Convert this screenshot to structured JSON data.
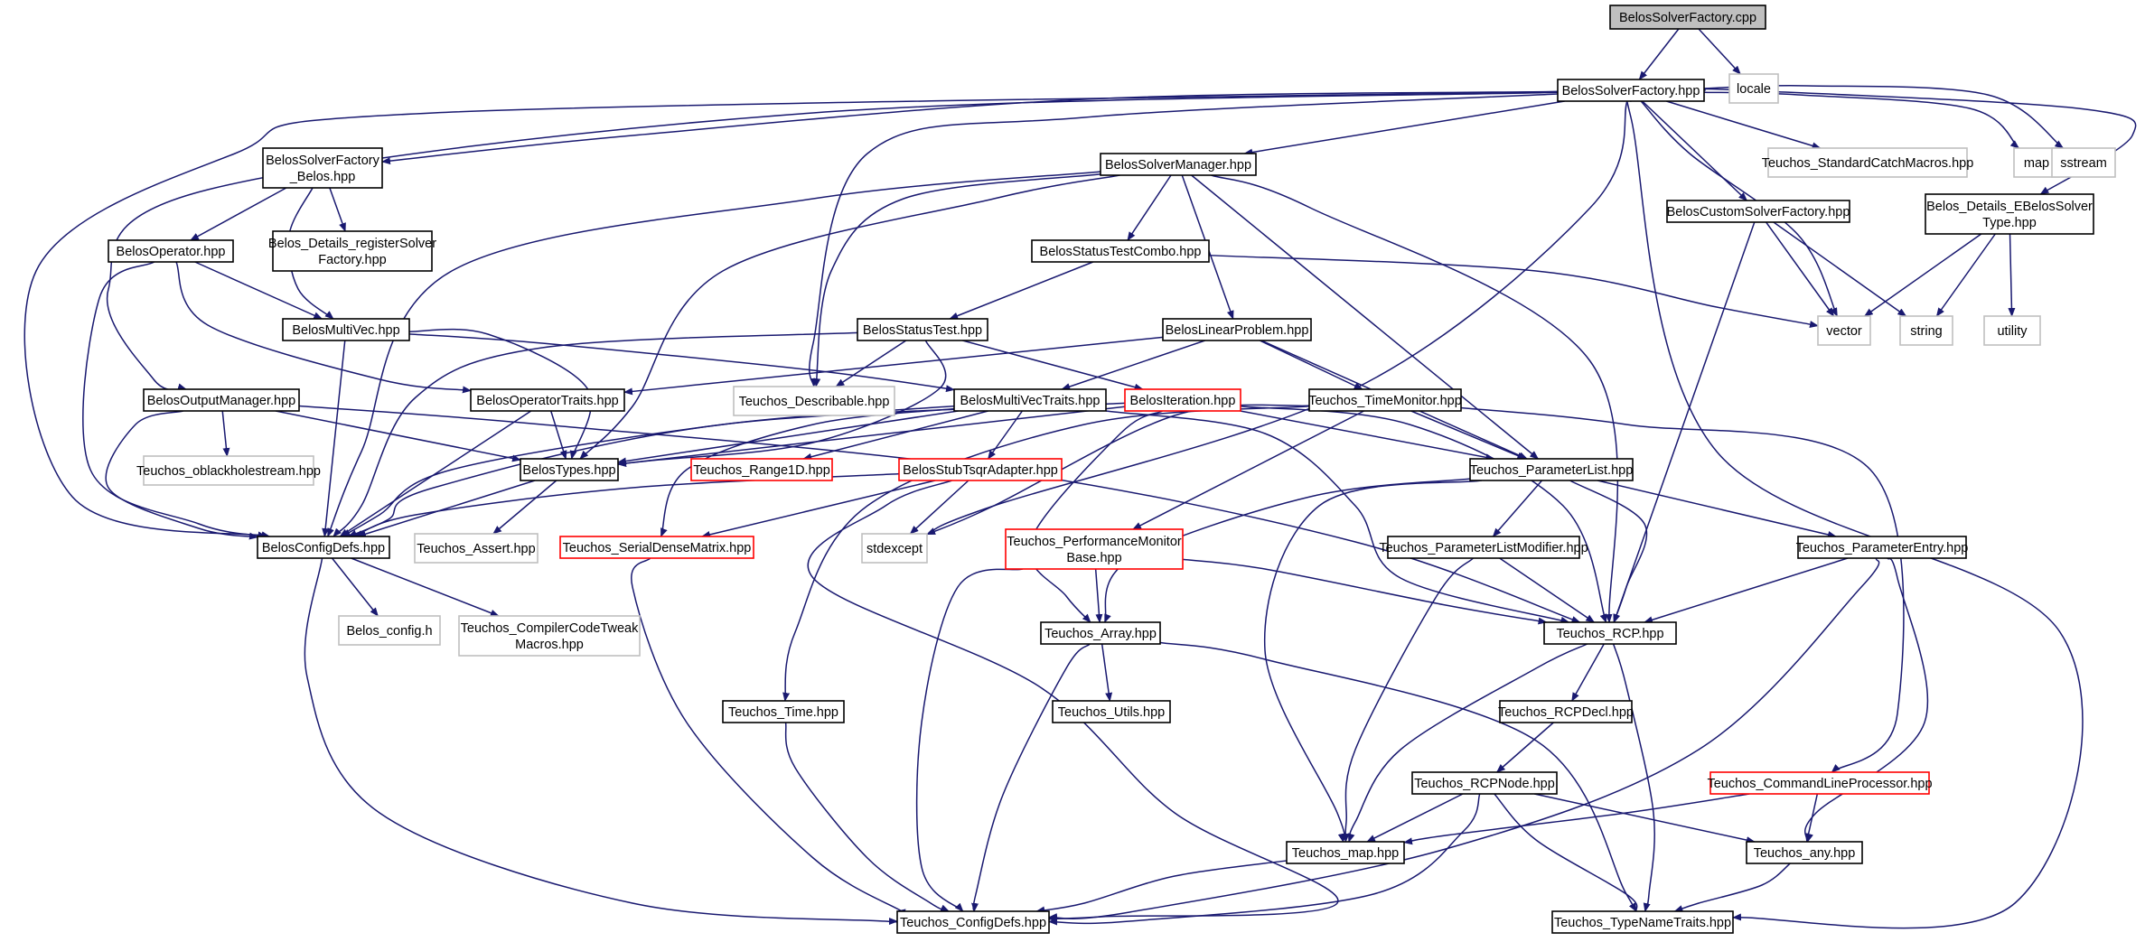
{
  "diagram": {
    "colors": {
      "edge": "#191970",
      "root_fill": "#bfbfbf",
      "normal_border": "#000000",
      "truncated_border": "#ff0000",
      "system_border": "#bfbfbf"
    },
    "nodes": [
      {
        "id": "root",
        "label": [
          "BelosSolverFactory.cpp"
        ],
        "kind": "root"
      },
      {
        "id": "bsf",
        "label": [
          "BelosSolverFactory.hpp"
        ],
        "kind": "normal"
      },
      {
        "id": "locale",
        "label": [
          "locale"
        ],
        "kind": "system"
      },
      {
        "id": "bsfb",
        "label": [
          "BelosSolverFactory",
          "_Belos.hpp"
        ],
        "kind": "normal"
      },
      {
        "id": "bsm",
        "label": [
          "BelosSolverManager.hpp"
        ],
        "kind": "normal"
      },
      {
        "id": "scm",
        "label": [
          "Teuchos_StandardCatchMacros.hpp"
        ],
        "kind": "system"
      },
      {
        "id": "map",
        "label": [
          "map"
        ],
        "kind": "system"
      },
      {
        "id": "sstream",
        "label": [
          "sstream"
        ],
        "kind": "system"
      },
      {
        "id": "bop",
        "label": [
          "BelosOperator.hpp"
        ],
        "kind": "normal"
      },
      {
        "id": "bdrs",
        "label": [
          "Belos_Details_registerSolver",
          "Factory.hpp"
        ],
        "kind": "normal"
      },
      {
        "id": "bstc",
        "label": [
          "BelosStatusTestCombo.hpp"
        ],
        "kind": "normal"
      },
      {
        "id": "bcsf",
        "label": [
          "BelosCustomSolverFactory.hpp"
        ],
        "kind": "normal"
      },
      {
        "id": "bdeb",
        "label": [
          "Belos_Details_EBelosSolver",
          "Type.hpp"
        ],
        "kind": "normal"
      },
      {
        "id": "bmv",
        "label": [
          "BelosMultiVec.hpp"
        ],
        "kind": "normal"
      },
      {
        "id": "bst",
        "label": [
          "BelosStatusTest.hpp"
        ],
        "kind": "normal"
      },
      {
        "id": "blp",
        "label": [
          "BelosLinearProblem.hpp"
        ],
        "kind": "normal"
      },
      {
        "id": "vector",
        "label": [
          "vector"
        ],
        "kind": "system"
      },
      {
        "id": "string",
        "label": [
          "string"
        ],
        "kind": "system"
      },
      {
        "id": "utility",
        "label": [
          "utility"
        ],
        "kind": "system"
      },
      {
        "id": "bom",
        "label": [
          "BelosOutputManager.hpp"
        ],
        "kind": "normal"
      },
      {
        "id": "bopt",
        "label": [
          "BelosOperatorTraits.hpp"
        ],
        "kind": "normal"
      },
      {
        "id": "tdesc",
        "label": [
          "Teuchos_Describable.hpp"
        ],
        "kind": "system"
      },
      {
        "id": "bmvt",
        "label": [
          "BelosMultiVecTraits.hpp"
        ],
        "kind": "normal"
      },
      {
        "id": "bit",
        "label": [
          "BelosIteration.hpp"
        ],
        "kind": "trunc"
      },
      {
        "id": "ttm",
        "label": [
          "Teuchos_TimeMonitor.hpp"
        ],
        "kind": "normal"
      },
      {
        "id": "tobh",
        "label": [
          "Teuchos_oblackholestream.hpp"
        ],
        "kind": "system"
      },
      {
        "id": "btypes",
        "label": [
          "BelosTypes.hpp"
        ],
        "kind": "normal"
      },
      {
        "id": "tr1d",
        "label": [
          "Teuchos_Range1D.hpp"
        ],
        "kind": "trunc"
      },
      {
        "id": "bsta",
        "label": [
          "BelosStubTsqrAdapter.hpp"
        ],
        "kind": "trunc"
      },
      {
        "id": "tpl",
        "label": [
          "Teuchos_ParameterList.hpp"
        ],
        "kind": "normal"
      },
      {
        "id": "bcd",
        "label": [
          "BelosConfigDefs.hpp"
        ],
        "kind": "normal"
      },
      {
        "id": "tassert",
        "label": [
          "Teuchos_Assert.hpp"
        ],
        "kind": "system"
      },
      {
        "id": "tsdm",
        "label": [
          "Teuchos_SerialDenseMatrix.hpp"
        ],
        "kind": "trunc"
      },
      {
        "id": "stdexcept",
        "label": [
          "stdexcept"
        ],
        "kind": "system"
      },
      {
        "id": "tpmb",
        "label": [
          "Teuchos_PerformanceMonitor",
          "Base.hpp"
        ],
        "kind": "trunc"
      },
      {
        "id": "tplm",
        "label": [
          "Teuchos_ParameterListModifier.hpp"
        ],
        "kind": "normal"
      },
      {
        "id": "tpe",
        "label": [
          "Teuchos_ParameterEntry.hpp"
        ],
        "kind": "normal"
      },
      {
        "id": "bconfh",
        "label": [
          "Belos_config.h"
        ],
        "kind": "system"
      },
      {
        "id": "tcctm",
        "label": [
          "Teuchos_CompilerCodeTweak",
          "Macros.hpp"
        ],
        "kind": "system"
      },
      {
        "id": "tarray",
        "label": [
          "Teuchos_Array.hpp"
        ],
        "kind": "normal"
      },
      {
        "id": "trcp",
        "label": [
          "Teuchos_RCP.hpp"
        ],
        "kind": "normal"
      },
      {
        "id": "ttime",
        "label": [
          "Teuchos_Time.hpp"
        ],
        "kind": "normal"
      },
      {
        "id": "tutils",
        "label": [
          "Teuchos_Utils.hpp"
        ],
        "kind": "normal"
      },
      {
        "id": "trcpdecl",
        "label": [
          "Teuchos_RCPDecl.hpp"
        ],
        "kind": "normal"
      },
      {
        "id": "trcpnode",
        "label": [
          "Teuchos_RCPNode.hpp"
        ],
        "kind": "normal"
      },
      {
        "id": "tclp",
        "label": [
          "Teuchos_CommandLineProcessor.hpp"
        ],
        "kind": "trunc"
      },
      {
        "id": "tmap",
        "label": [
          "Teuchos_map.hpp"
        ],
        "kind": "normal"
      },
      {
        "id": "tany",
        "label": [
          "Teuchos_any.hpp"
        ],
        "kind": "normal"
      },
      {
        "id": "tcd",
        "label": [
          "Teuchos_ConfigDefs.hpp"
        ],
        "kind": "normal"
      },
      {
        "id": "ttnt",
        "label": [
          "Teuchos_TypeNameTraits.hpp"
        ],
        "kind": "normal"
      }
    ],
    "edges": [
      [
        "root",
        "bsf"
      ],
      [
        "root",
        "locale"
      ],
      [
        "bsf",
        "bsfb"
      ],
      [
        "bsf",
        "bsm"
      ],
      [
        "bsf",
        "scm"
      ],
      [
        "bsf",
        "map"
      ],
      [
        "bsf",
        "sstream"
      ],
      [
        "bsf",
        "bcsf"
      ],
      [
        "bsf",
        "bdeb"
      ],
      [
        "bsf",
        "vector"
      ],
      [
        "bsf",
        "bom"
      ],
      [
        "bsf",
        "bcd"
      ],
      [
        "bsf",
        "tdesc"
      ],
      [
        "bsf",
        "stdexcept"
      ],
      [
        "bsf",
        "ttnt"
      ],
      [
        "bsfb",
        "bop"
      ],
      [
        "bsfb",
        "bdrs"
      ],
      [
        "bsfb",
        "bmv"
      ],
      [
        "bop",
        "bmv"
      ],
      [
        "bop",
        "bopt"
      ],
      [
        "bop",
        "bcd"
      ],
      [
        "bmv",
        "bmvt"
      ],
      [
        "bmv",
        "btypes"
      ],
      [
        "bmv",
        "bcd"
      ],
      [
        "bsm",
        "bstc"
      ],
      [
        "bsm",
        "blp"
      ],
      [
        "bsm",
        "tpl"
      ],
      [
        "bsm",
        "trcp"
      ],
      [
        "bsm",
        "bcd"
      ],
      [
        "bsm",
        "btypes"
      ],
      [
        "bsm",
        "tdesc"
      ],
      [
        "bstc",
        "bst"
      ],
      [
        "bstc",
        "vector"
      ],
      [
        "bst",
        "bit"
      ],
      [
        "bst",
        "tdesc"
      ],
      [
        "bst",
        "bcd"
      ],
      [
        "bst",
        "btypes"
      ],
      [
        "blp",
        "bmvt"
      ],
      [
        "blp",
        "ttm"
      ],
      [
        "blp",
        "tpl"
      ],
      [
        "blp",
        "bopt"
      ],
      [
        "bcsf",
        "vector"
      ],
      [
        "bcsf",
        "string"
      ],
      [
        "bcsf",
        "trcp"
      ],
      [
        "bdeb",
        "vector"
      ],
      [
        "bdeb",
        "string"
      ],
      [
        "bdeb",
        "utility"
      ],
      [
        "bom",
        "tobh"
      ],
      [
        "bom",
        "btypes"
      ],
      [
        "bom",
        "bcd"
      ],
      [
        "bom",
        "trcp"
      ],
      [
        "bopt",
        "btypes"
      ],
      [
        "bopt",
        "bcd"
      ],
      [
        "bmvt",
        "btypes"
      ],
      [
        "bmvt",
        "tr1d"
      ],
      [
        "bmvt",
        "bsta"
      ],
      [
        "bmvt",
        "tsdm"
      ],
      [
        "bmvt",
        "bcd"
      ],
      [
        "bmvt",
        "trcp"
      ],
      [
        "bit",
        "btypes"
      ],
      [
        "bit",
        "tpl"
      ],
      [
        "bit",
        "tarray"
      ],
      [
        "bit",
        "trcp"
      ],
      [
        "bit",
        "bcd"
      ],
      [
        "ttm",
        "tpl"
      ],
      [
        "ttm",
        "tpmb"
      ],
      [
        "ttm",
        "tclp"
      ],
      [
        "ttm",
        "stdexcept"
      ],
      [
        "ttm",
        "ttime"
      ],
      [
        "btypes",
        "bcd"
      ],
      [
        "btypes",
        "tassert"
      ],
      [
        "bsta",
        "tsdm"
      ],
      [
        "bsta",
        "stdexcept"
      ],
      [
        "bsta",
        "bcd"
      ],
      [
        "bsta",
        "tcd"
      ],
      [
        "tpl",
        "tplm"
      ],
      [
        "tpl",
        "tpe"
      ],
      [
        "tpl",
        "trcp"
      ],
      [
        "tpl",
        "tarray"
      ],
      [
        "tpl",
        "tmap"
      ],
      [
        "bcd",
        "bconfh"
      ],
      [
        "bcd",
        "tcctm"
      ],
      [
        "bcd",
        "tcd"
      ],
      [
        "tsdm",
        "tcd"
      ],
      [
        "tpmb",
        "tarray"
      ],
      [
        "tpmb",
        "trcp"
      ],
      [
        "tpmb",
        "tcd"
      ],
      [
        "tplm",
        "trcp"
      ],
      [
        "tplm",
        "tmap"
      ],
      [
        "tpe",
        "trcp"
      ],
      [
        "tpe",
        "tany"
      ],
      [
        "tpe",
        "tcd"
      ],
      [
        "tarray",
        "tutils"
      ],
      [
        "tarray",
        "tcd"
      ],
      [
        "tarray",
        "ttnt"
      ],
      [
        "trcp",
        "trcpdecl"
      ],
      [
        "trcp",
        "tmap"
      ],
      [
        "trcp",
        "ttnt"
      ],
      [
        "trcpdecl",
        "trcpnode"
      ],
      [
        "trcpnode",
        "tmap"
      ],
      [
        "trcpnode",
        "tany"
      ],
      [
        "trcpnode",
        "ttnt"
      ],
      [
        "trcpnode",
        "tcd"
      ],
      [
        "tclp",
        "tany"
      ],
      [
        "tclp",
        "tmap"
      ],
      [
        "ttime",
        "tcd"
      ],
      [
        "tmap",
        "tcd"
      ],
      [
        "tany",
        "ttnt"
      ]
    ]
  }
}
